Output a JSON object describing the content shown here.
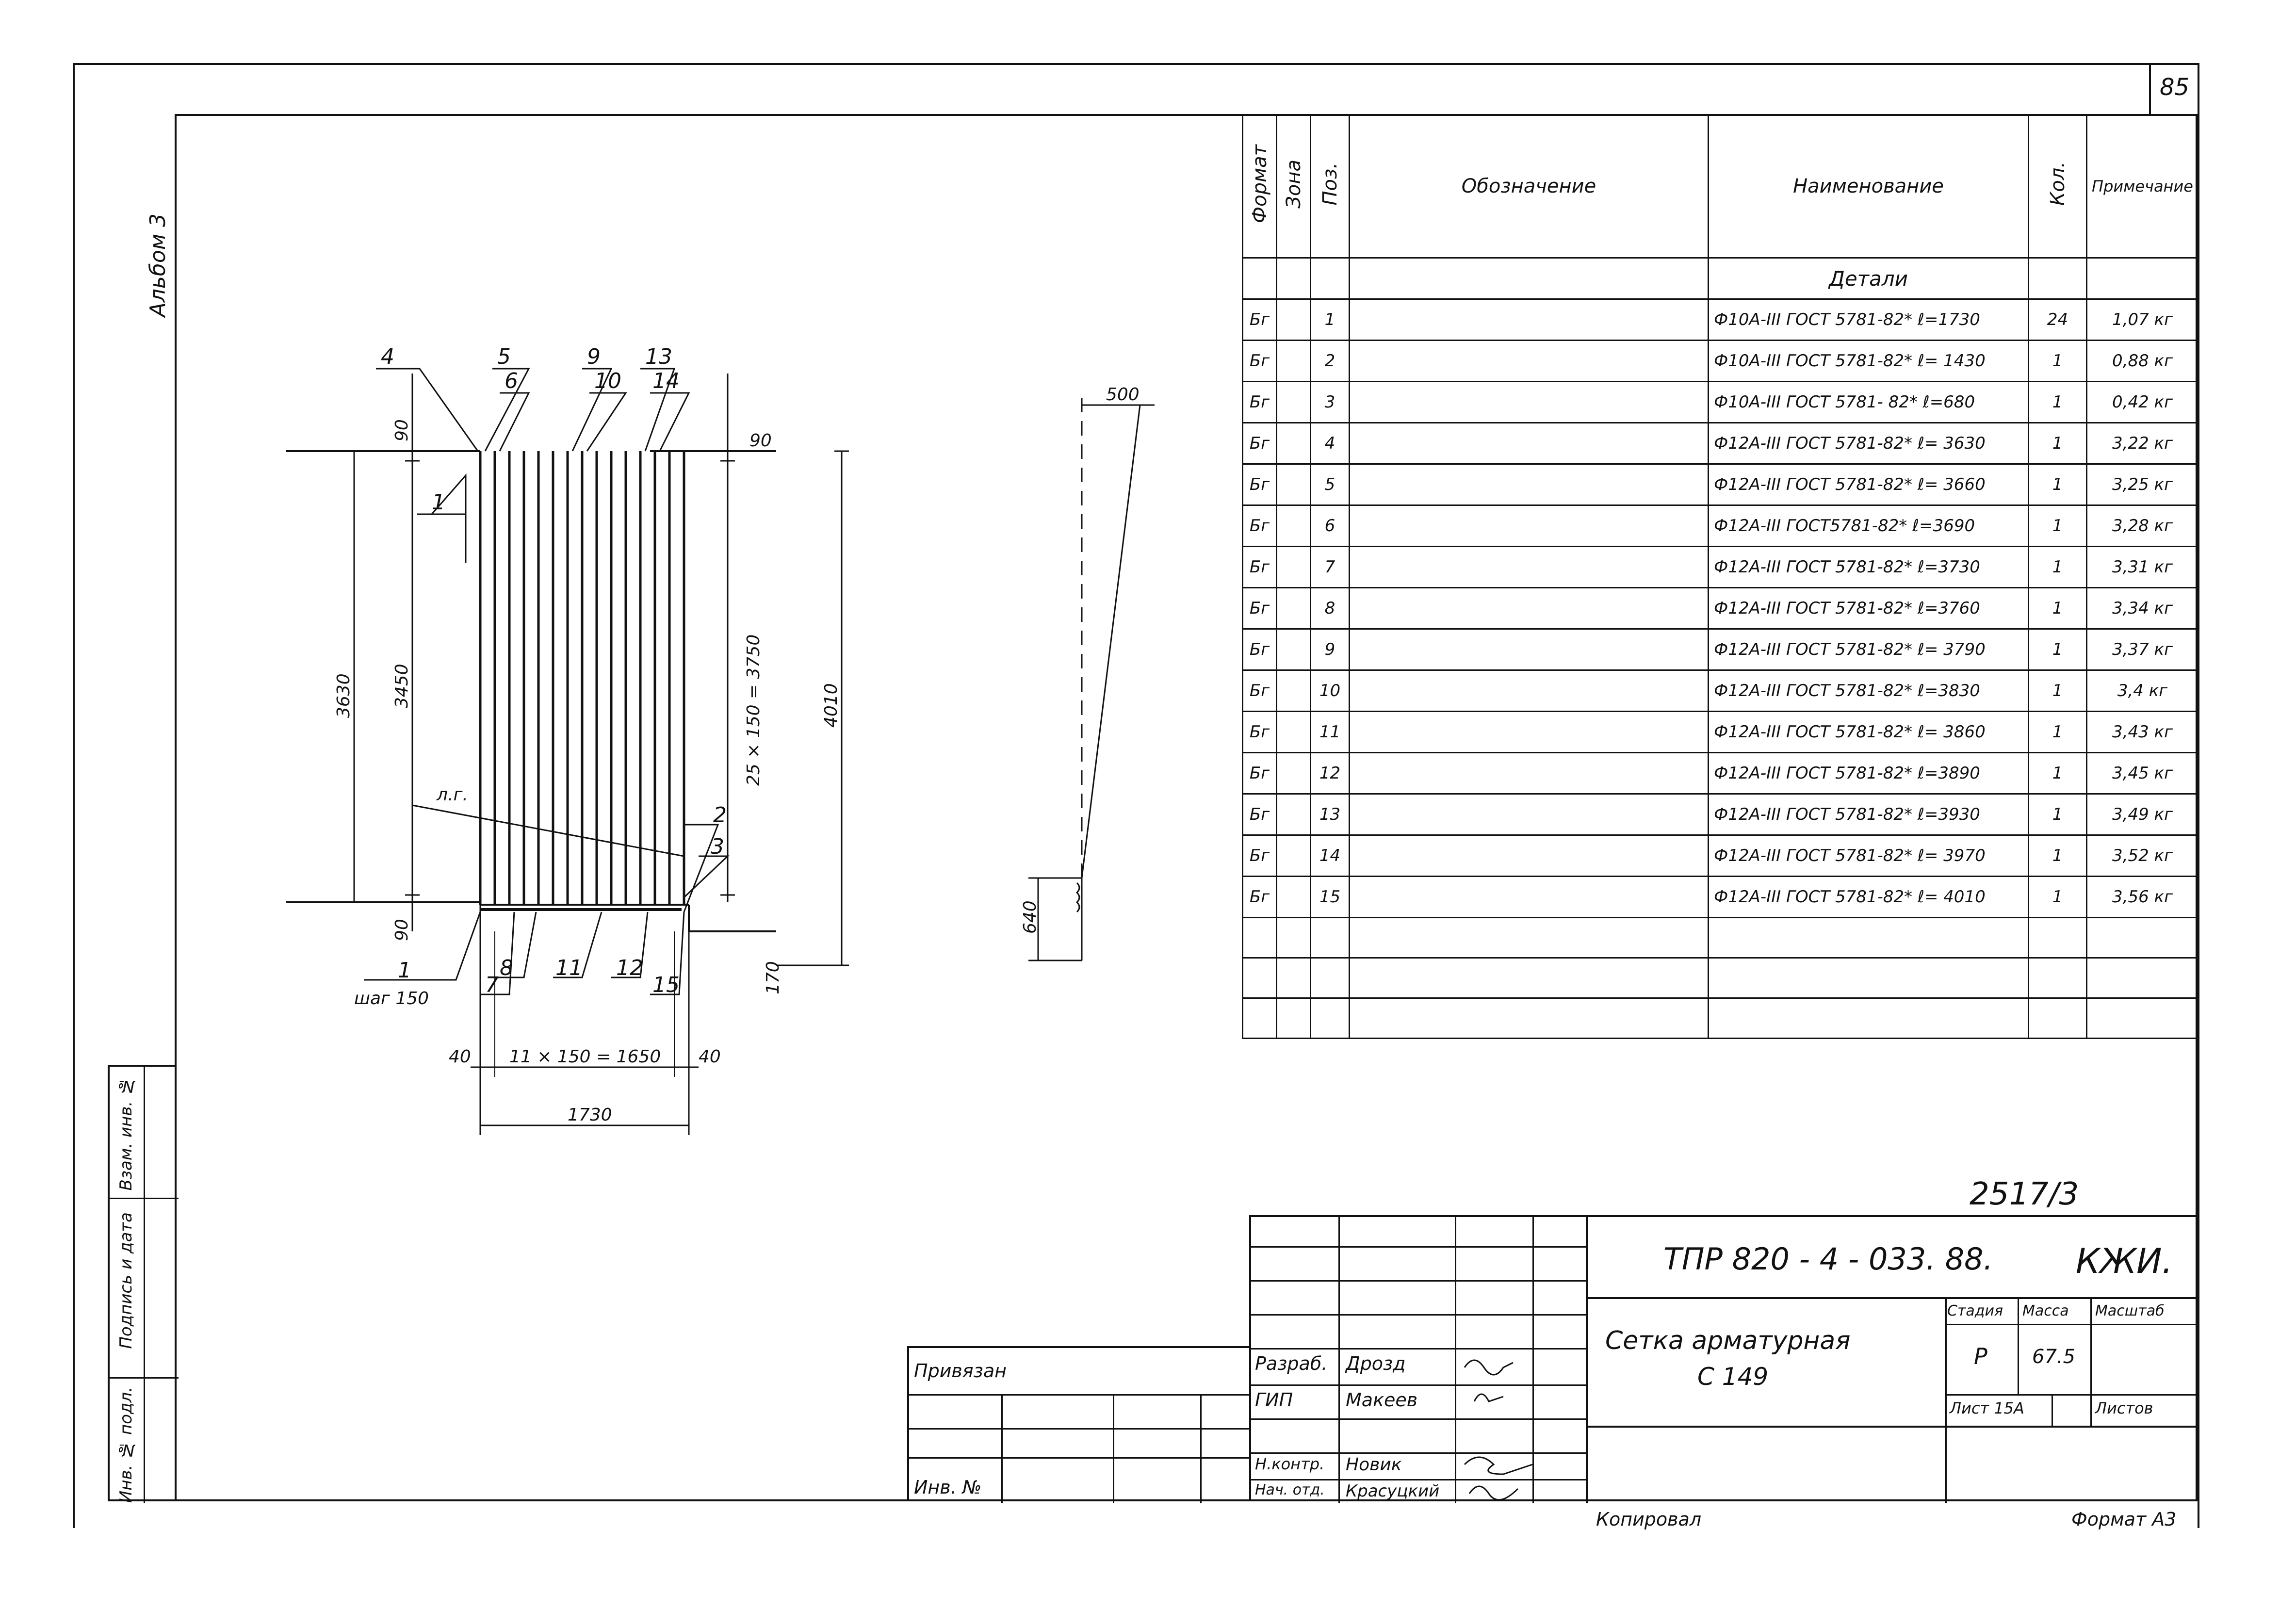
{
  "sheet_number": "85",
  "album": "Альбом 3",
  "spec_headers": {
    "format": "Формат",
    "zone": "Зона",
    "pos": "Поз.",
    "designation": "Обозначение",
    "name": "Наименование",
    "qty": "Кол.",
    "note": "Примечание"
  },
  "section_title": "Детали",
  "rows": [
    {
      "format": "Бг",
      "pos": "1",
      "name": "Ф10А-III ГОСТ 5781-82* ℓ=1730",
      "qty": "24",
      "note": "1,07 кг"
    },
    {
      "format": "Бг",
      "pos": "2",
      "name": "Ф10А-III ГОСТ 5781-82* ℓ= 1430",
      "qty": "1",
      "note": "0,88 кг"
    },
    {
      "format": "Бг",
      "pos": "3",
      "name": "Ф10А-III ГОСТ 5781- 82* ℓ=680",
      "qty": "1",
      "note": "0,42 кг"
    },
    {
      "format": "Бг",
      "pos": "4",
      "name": "Ф12А-III ГОСТ 5781-82* ℓ= 3630",
      "qty": "1",
      "note": "3,22 кг"
    },
    {
      "format": "Бг",
      "pos": "5",
      "name": "Ф12А-III ГОСТ 5781-82* ℓ= 3660",
      "qty": "1",
      "note": "3,25 кг"
    },
    {
      "format": "Бг",
      "pos": "6",
      "name": "Ф12А-III ГОСТ5781-82* ℓ=3690",
      "qty": "1",
      "note": "3,28 кг"
    },
    {
      "format": "Бг",
      "pos": "7",
      "name": "Ф12А-III ГОСТ 5781-82* ℓ=3730",
      "qty": "1",
      "note": "3,31 кг"
    },
    {
      "format": "Бг",
      "pos": "8",
      "name": "Ф12А-III ГОСТ 5781-82* ℓ=3760",
      "qty": "1",
      "note": "3,34 кг"
    },
    {
      "format": "Бг",
      "pos": "9",
      "name": "Ф12А-III ГОСТ 5781-82* ℓ= 3790",
      "qty": "1",
      "note": "3,37 кг"
    },
    {
      "format": "Бг",
      "pos": "10",
      "name": "Ф12А-III ГОСТ 5781-82* ℓ=3830",
      "qty": "1",
      "note": "3,4 кг"
    },
    {
      "format": "Бг",
      "pos": "11",
      "name": "Ф12А-III ГОСТ 5781-82* ℓ= 3860",
      "qty": "1",
      "note": "3,43 кг"
    },
    {
      "format": "Бг",
      "pos": "12",
      "name": "Ф12А-III ГОСТ 5781-82* ℓ=3890",
      "qty": "1",
      "note": "3,45 кг"
    },
    {
      "format": "Бг",
      "pos": "13",
      "name": "Ф12А-III ГОСТ 5781-82* ℓ=3930",
      "qty": "1",
      "note": "3,49 кг"
    },
    {
      "format": "Бг",
      "pos": "14",
      "name": "Ф12А-III ГОСТ 5781-82* ℓ= 3970",
      "qty": "1",
      "note": "3,52 кг"
    },
    {
      "format": "Бг",
      "pos": "15",
      "name": "Ф12А-III ГОСТ 5781-82* ℓ= 4010",
      "qty": "1",
      "note": "3,56 кг"
    }
  ],
  "drawing": {
    "dim_3630": "3630",
    "dim_3450": "3450",
    "dim_90_top": "90",
    "dim_90_bot": "90",
    "dim_90_right": "90",
    "dim_3750": "25 × 150 = 3750",
    "dim_4010": "4010",
    "dim_170": "170",
    "dim_40_left": "40",
    "dim_40_right": "40",
    "dim_1650": "11 × 150 = 1650",
    "dim_1730": "1730",
    "step": "шаг 150",
    "lg": "л.г.",
    "callouts_top": [
      "4",
      "5",
      "6",
      "9",
      "10",
      "13",
      "14"
    ],
    "callouts_bottom": [
      "1",
      "7",
      "8",
      "11",
      "12",
      "15"
    ],
    "callout_1_left": "1",
    "callout_2": "2",
    "callout_3": "3",
    "side_dim_500": "500",
    "side_dim_640": "640"
  },
  "stamp_number": "2517/3",
  "title_block": {
    "doc_code": "ТПР 820 - 4 - 033. 88.",
    "doc_mark": "КЖИ.",
    "title_line1": "Сетка  арматурная",
    "title_line2": "С 149",
    "stage_label": "Стадия",
    "mass_label": "Масса",
    "scale_label": "Масштаб",
    "stage_value": "Р",
    "mass_value": "67.5",
    "sheet_label": "Лист 15А",
    "sheets_label": "Листов",
    "developed_label": "Разраб.",
    "developed_name": "Дрозд",
    "gip_label": "ГИП",
    "gip_name": "Макеев",
    "ncontrol_label": "Н.контр.",
    "ncontrol_name": "Новик",
    "head_label": "Нач. отд.",
    "head_name": "Красуцкий",
    "privyazan": "Привязан",
    "inv_no": "Инв. №",
    "copied": "Копировал",
    "format": "Формат А3"
  },
  "side_strip": {
    "inv_podl": "Инв. № подл.",
    "sign_date": "Подпись и дата",
    "vzam_inv": "Взам. инв. №"
  }
}
